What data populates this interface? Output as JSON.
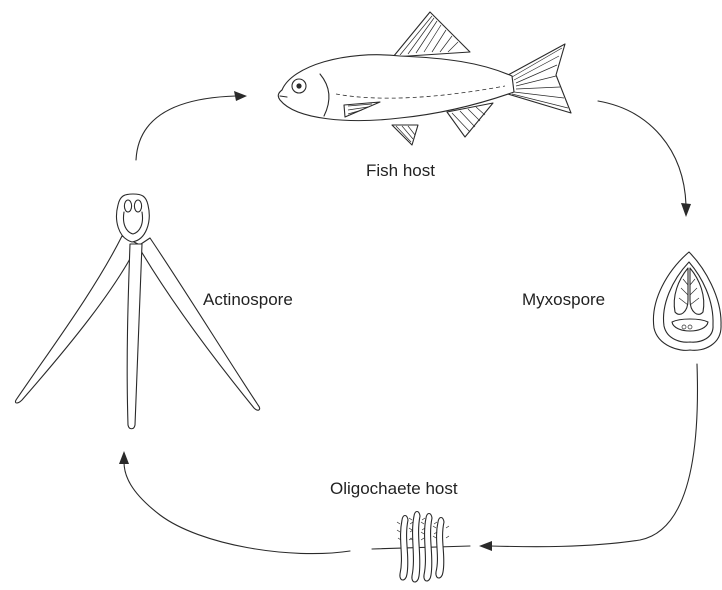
{
  "diagram": {
    "labels": {
      "fish_host": "Fish host",
      "myxospore": "Myxospore",
      "oligochaete_host": "Oligochaete host",
      "actinospore": "Actinospore"
    }
  }
}
